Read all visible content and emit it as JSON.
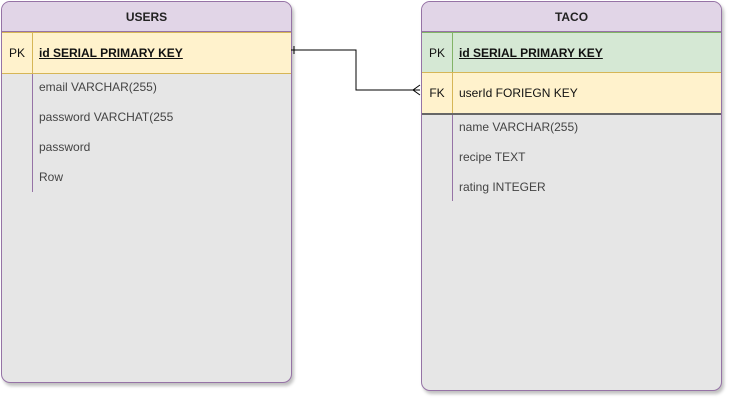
{
  "colors": {
    "header_fill": "#e1d5e7",
    "header_border": "#9673a6",
    "body_fill": "#e6e6e6",
    "pk_yellow_fill": "#fff2cc",
    "pk_yellow_border": "#d6b656",
    "pk_green_fill": "#d5e8d4",
    "pk_green_border": "#82b366"
  },
  "users": {
    "title": "USERS",
    "pk": {
      "label": "PK",
      "text": "id SERIAL PRIMARY KEY"
    },
    "fields": [
      "email  VARCHAR(255)",
      "password VARCHAT(255",
      "password",
      "Row"
    ]
  },
  "taco": {
    "title": "TACO",
    "pk": {
      "label": "PK",
      "text": "id SERIAL PRIMARY KEY"
    },
    "fk": {
      "label": "FK",
      "text": "userId   FORIEGN KEY"
    },
    "fields": [
      "name   VARCHAR(255)",
      "recipe   TEXT",
      "rating   INTEGER"
    ]
  },
  "relationship": {
    "from": "USERS.id",
    "to": "TACO.userId",
    "from_end": "one",
    "to_end": "many"
  }
}
